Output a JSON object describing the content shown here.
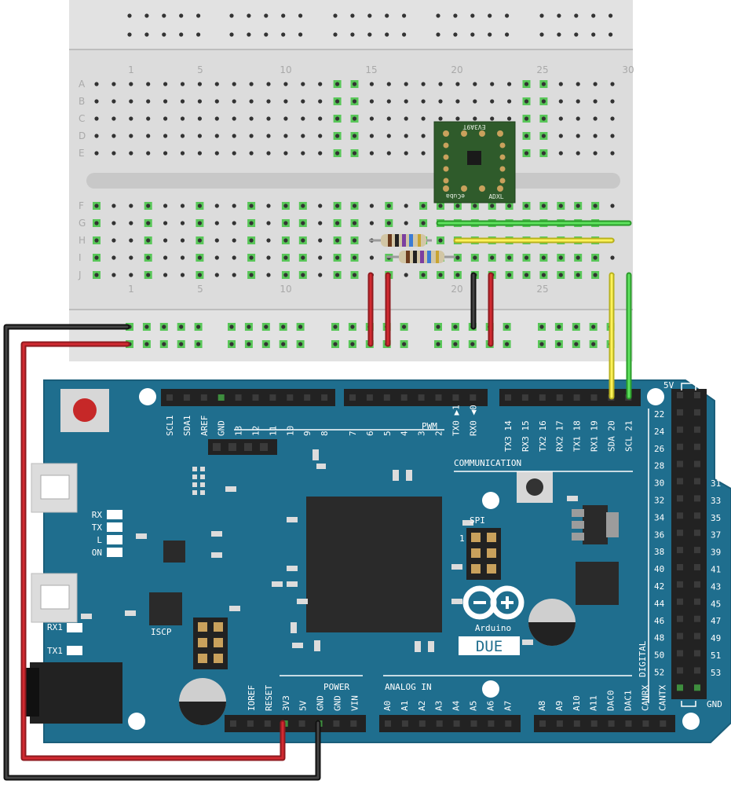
{
  "breadboard": {
    "column_numbers": [
      "1",
      "5",
      "10",
      "15",
      "20",
      "25",
      "30"
    ],
    "row_letters_top": [
      "A",
      "B",
      "C",
      "D",
      "E"
    ],
    "row_letters_bottom": [
      "F",
      "G",
      "H",
      "I",
      "J"
    ]
  },
  "arduino": {
    "brand": "Arduino",
    "model": "DUE",
    "pwm_label": "PWM",
    "communication_label": "COMMUNICATION",
    "spi_label": "SPI",
    "spi_pin1": "1",
    "power_label": "POWER",
    "analog_label": "ANALOG IN",
    "digital_label": "DIGITAL",
    "isp_label": "ISCP",
    "fivev_label": "5V",
    "gnd_label": "GND",
    "leds": [
      "RX",
      "TX",
      "L",
      "ON"
    ],
    "rx1_label": "RX1",
    "tx1_label": "TX1",
    "top_pins_left": [
      "SCL1",
      "SDA1",
      "AREF",
      "GND",
      "13",
      "12",
      "11",
      "10",
      "9",
      "8"
    ],
    "top_pins_mid": [
      "7",
      "6",
      "5",
      "4",
      "3",
      "2",
      "TX0 ▶1",
      "RX0 ◀0"
    ],
    "top_pins_comm": [
      "TX3 14",
      "RX3 15",
      "TX2 16",
      "RX2 17",
      "TX1 18",
      "RX1 19",
      "SDA 20",
      "SCL 21"
    ],
    "digital_left": [
      "22",
      "24",
      "26",
      "28",
      "30",
      "32",
      "34",
      "36",
      "38",
      "40",
      "42",
      "44",
      "46",
      "48",
      "50",
      "52"
    ],
    "digital_right": [
      "31",
      "33",
      "35",
      "37",
      "39",
      "41",
      "43",
      "45",
      "47",
      "49",
      "51",
      "53"
    ],
    "power_pins": [
      "IOREF",
      "RESET",
      "3V3",
      "5V",
      "GND",
      "GND",
      "VIN"
    ],
    "analog_pins_a": [
      "A0",
      "A1",
      "A2",
      "A3",
      "A4",
      "A5",
      "A6",
      "A7"
    ],
    "analog_pins_b": [
      "A8",
      "A9",
      "A10",
      "A11",
      "DAC0",
      "DAC1",
      "CANRX",
      "CANTX"
    ]
  },
  "sensor": {
    "label_top": "EV3A9T",
    "label_bottom": "ADXL",
    "brand": "eCuba"
  },
  "colors": {
    "board": "#1f6e8e",
    "wire_red": "#c6262e",
    "wire_black": "#1a1a1a",
    "wire_green": "#3ec93e",
    "wire_yellow": "#f0e83a",
    "breadboard": "#d9d9d9"
  }
}
